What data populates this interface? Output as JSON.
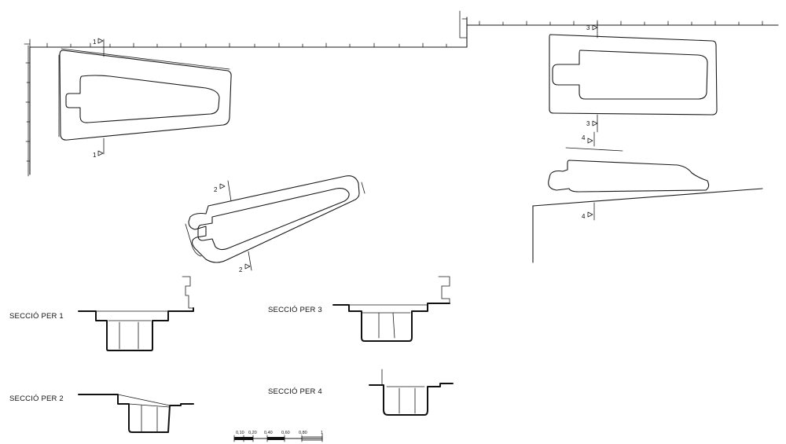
{
  "sections": {
    "s1": "SECCIÓ PER  1",
    "s2": "SECCIÓ PER  2",
    "s3": "SECCIÓ PER  3",
    "s4": "SECCIÓ PER  4"
  },
  "markers": {
    "m1": "1",
    "m2": "2",
    "m3": "3",
    "m4": "4"
  },
  "scale_bar": {
    "ticks": [
      "0,10",
      "0,20",
      "0,40",
      "0,60",
      "0,80",
      "1"
    ]
  }
}
